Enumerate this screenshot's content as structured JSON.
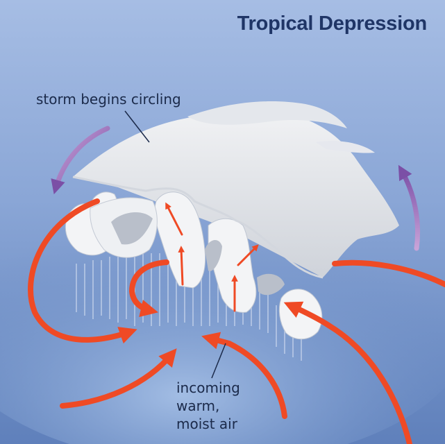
{
  "title": "Tropical Depression",
  "labels": {
    "storm_circling": "storm begins circling",
    "incoming_line1": "incoming",
    "incoming_line2": "warm,",
    "incoming_line3": "moist air"
  },
  "colors": {
    "sky_top": "#9ab3dc",
    "sea": "#6f8fc4",
    "cloud": "#e9ebef",
    "warm_arrow": "#ef4a25",
    "circling_arrow": "#8a5fb0",
    "title_text": "#1f3566"
  }
}
